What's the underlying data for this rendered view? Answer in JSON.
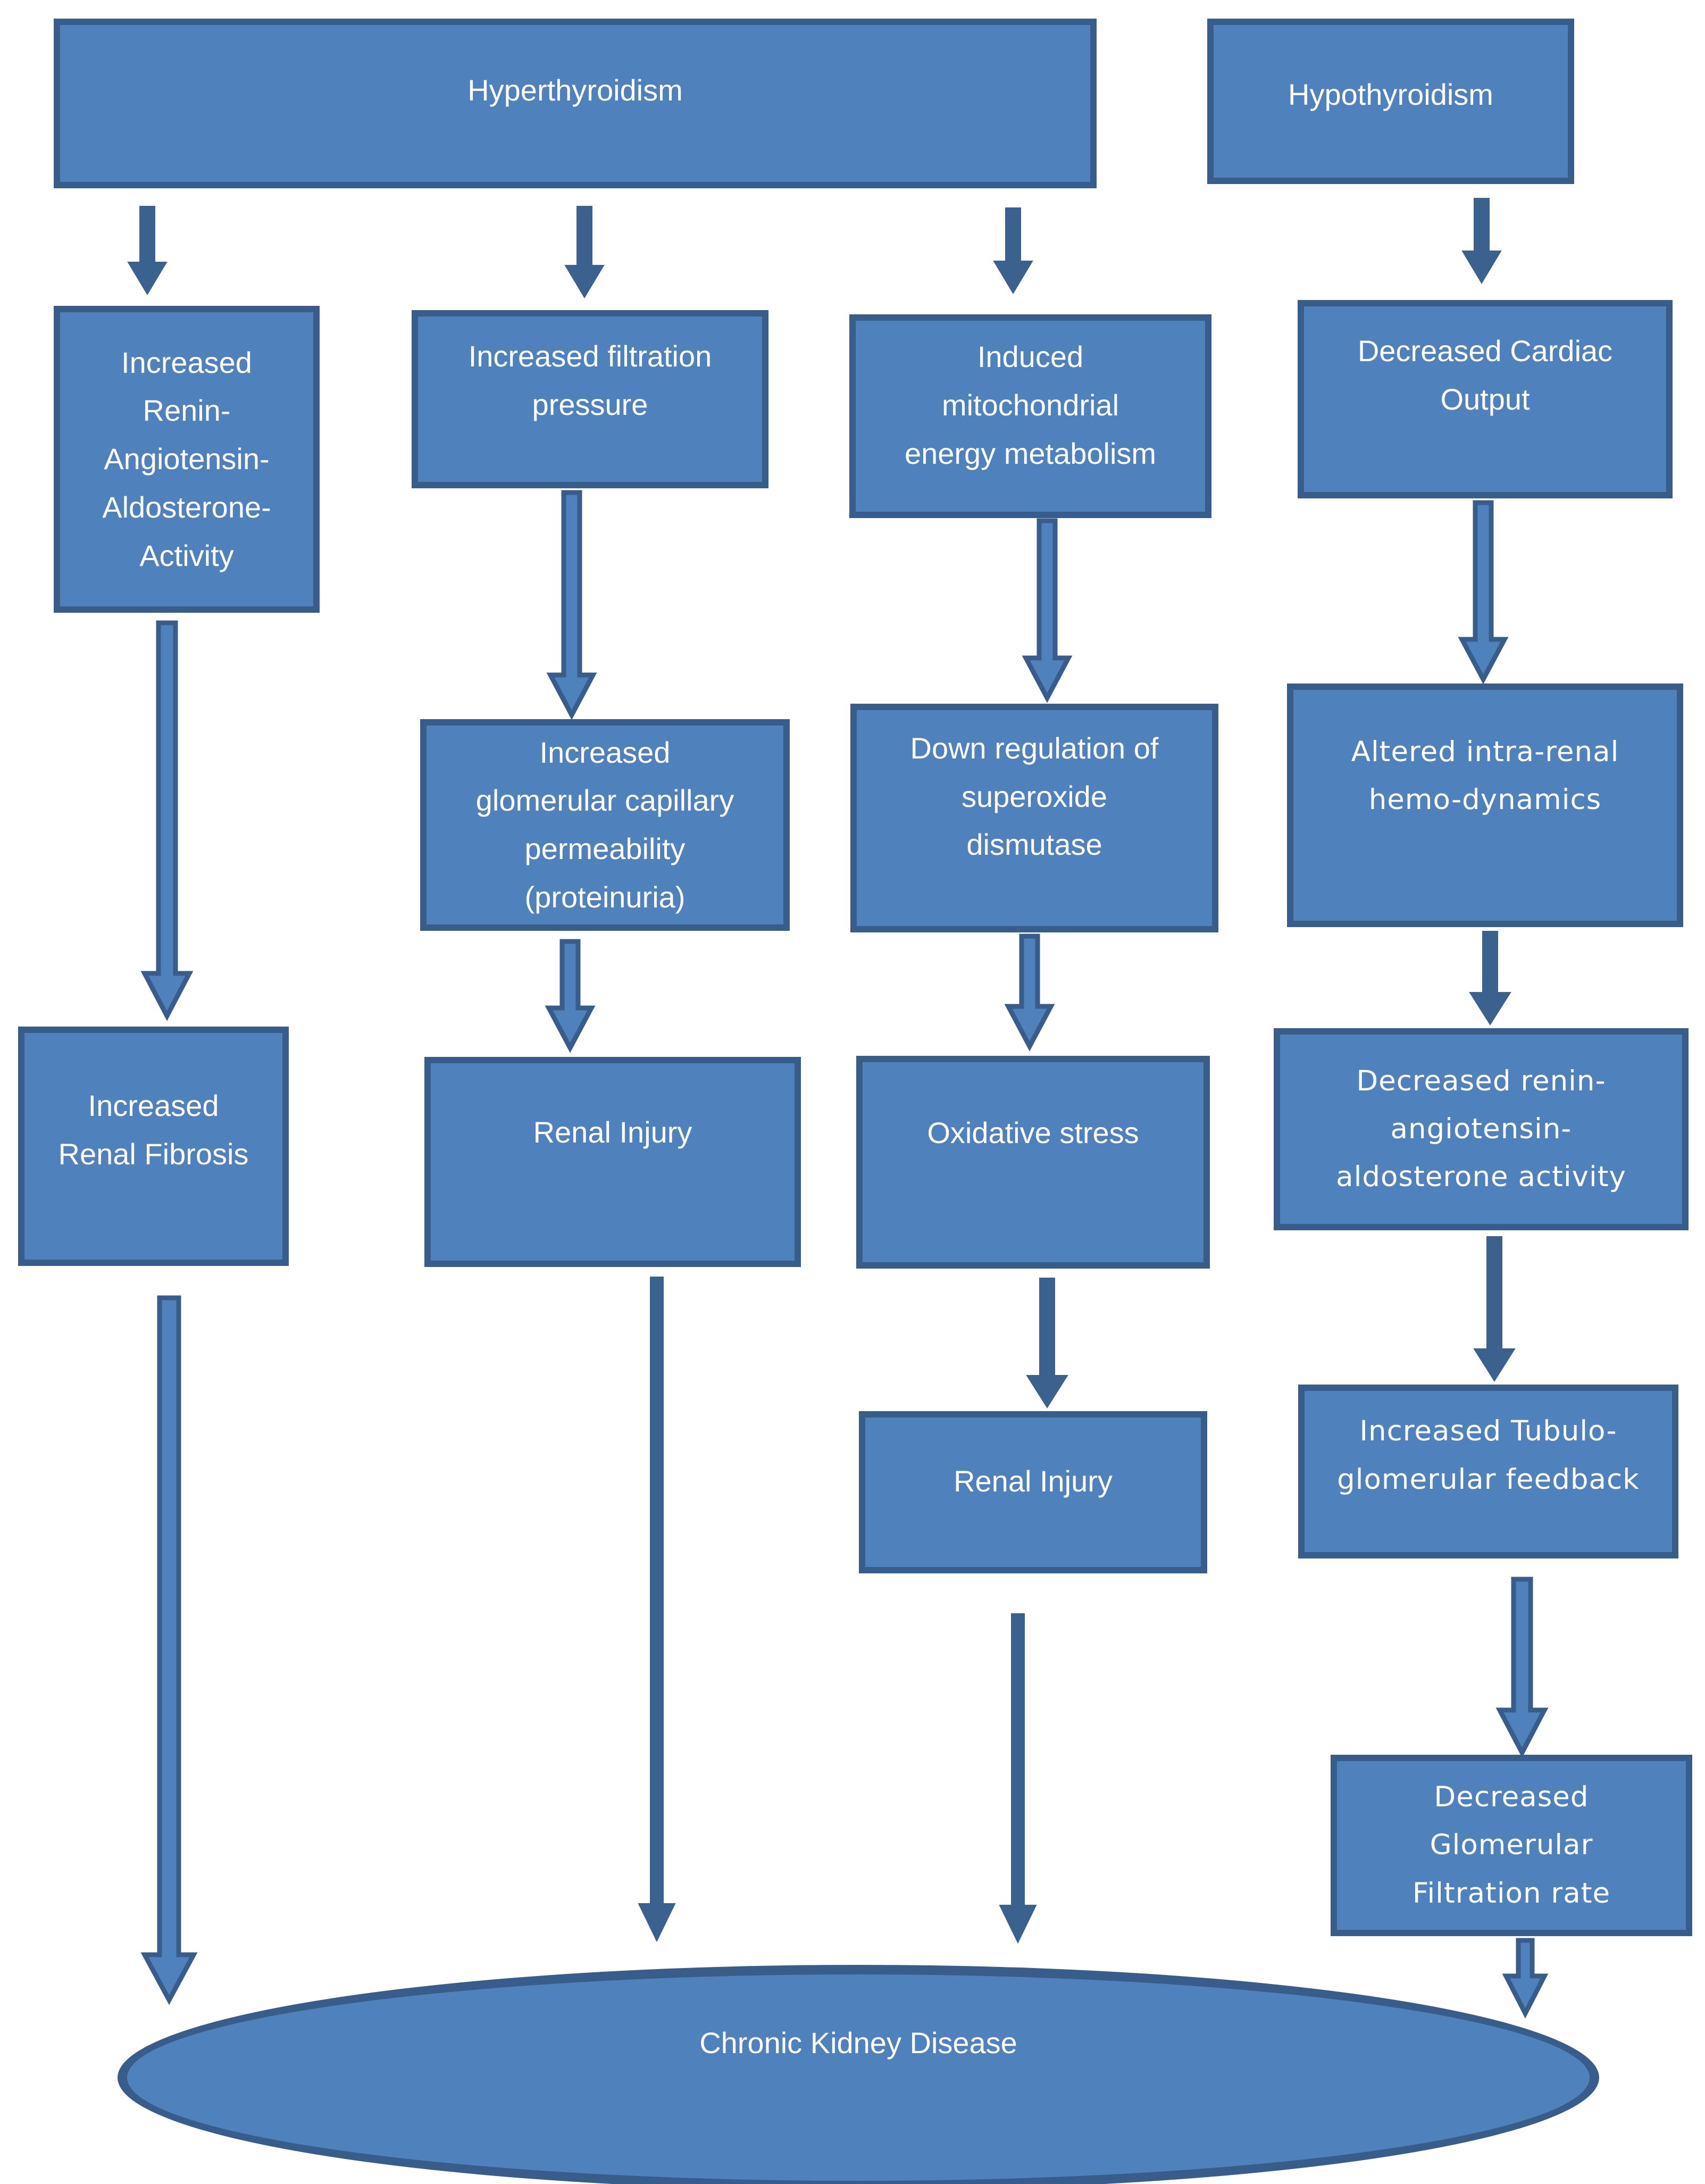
{
  "colors": {
    "box_fill": "#4f81bd",
    "box_border": "#385d8a",
    "arrow_fill": "#4f81bd",
    "arrow_solid": "#3b618f",
    "text": "#ffffff",
    "background": "#ffffff"
  },
  "nodes": {
    "hyperthyroidism": {
      "label": "Hyperthyroidism"
    },
    "hypothyroidism": {
      "label": "Hypothyroidism"
    },
    "raas_increased": {
      "label": "Increased\nRenin-\nAngiotensin-\nAldosterone-\nActivity"
    },
    "filtration_pressure": {
      "label": "Increased filtration\npressure"
    },
    "mitochondrial_metabolism": {
      "label": "Induced\nmitochondrial\nenergy metabolism"
    },
    "cardiac_output": {
      "label": "Decreased Cardiac\nOutput"
    },
    "glomerular_permeability": {
      "label": "Increased\nglomerular capillary\npermeability\n(proteinuria)"
    },
    "sod_downregulation": {
      "label": "Down regulation of\nsuperoxide\ndismutase"
    },
    "intrarenal_hemodynamics": {
      "label": "Altered intra-renal\nhemo-dynamics"
    },
    "renal_fibrosis": {
      "label": "Increased\nRenal Fibrosis"
    },
    "renal_injury_1": {
      "label": "Renal Injury"
    },
    "oxidative_stress": {
      "label": "Oxidative stress"
    },
    "raas_decreased": {
      "label": "Decreased renin-\nangiotensin-\naldosterone activity"
    },
    "renal_injury_2": {
      "label": "Renal Injury"
    },
    "tubuloglomerular_feedback": {
      "label": "Increased Tubulo-\nglomerular feedback"
    },
    "gfr_decreased": {
      "label": "Decreased\nGlomerular\nFiltration rate"
    },
    "ckd": {
      "label": "Chronic Kidney Disease"
    }
  },
  "edges": [
    {
      "from": "hyperthyroidism",
      "to": "raas_increased"
    },
    {
      "from": "hyperthyroidism",
      "to": "filtration_pressure"
    },
    {
      "from": "hyperthyroidism",
      "to": "mitochondrial_metabolism"
    },
    {
      "from": "hypothyroidism",
      "to": "cardiac_output"
    },
    {
      "from": "raas_increased",
      "to": "renal_fibrosis"
    },
    {
      "from": "filtration_pressure",
      "to": "glomerular_permeability"
    },
    {
      "from": "mitochondrial_metabolism",
      "to": "sod_downregulation"
    },
    {
      "from": "cardiac_output",
      "to": "intrarenal_hemodynamics"
    },
    {
      "from": "glomerular_permeability",
      "to": "renal_injury_1"
    },
    {
      "from": "sod_downregulation",
      "to": "oxidative_stress"
    },
    {
      "from": "intrarenal_hemodynamics",
      "to": "raas_decreased"
    },
    {
      "from": "oxidative_stress",
      "to": "renal_injury_2"
    },
    {
      "from": "raas_decreased",
      "to": "tubuloglomerular_feedback"
    },
    {
      "from": "tubuloglomerular_feedback",
      "to": "gfr_decreased"
    },
    {
      "from": "renal_fibrosis",
      "to": "ckd"
    },
    {
      "from": "renal_injury_1",
      "to": "ckd"
    },
    {
      "from": "renal_injury_2",
      "to": "ckd"
    },
    {
      "from": "gfr_decreased",
      "to": "ckd"
    }
  ]
}
